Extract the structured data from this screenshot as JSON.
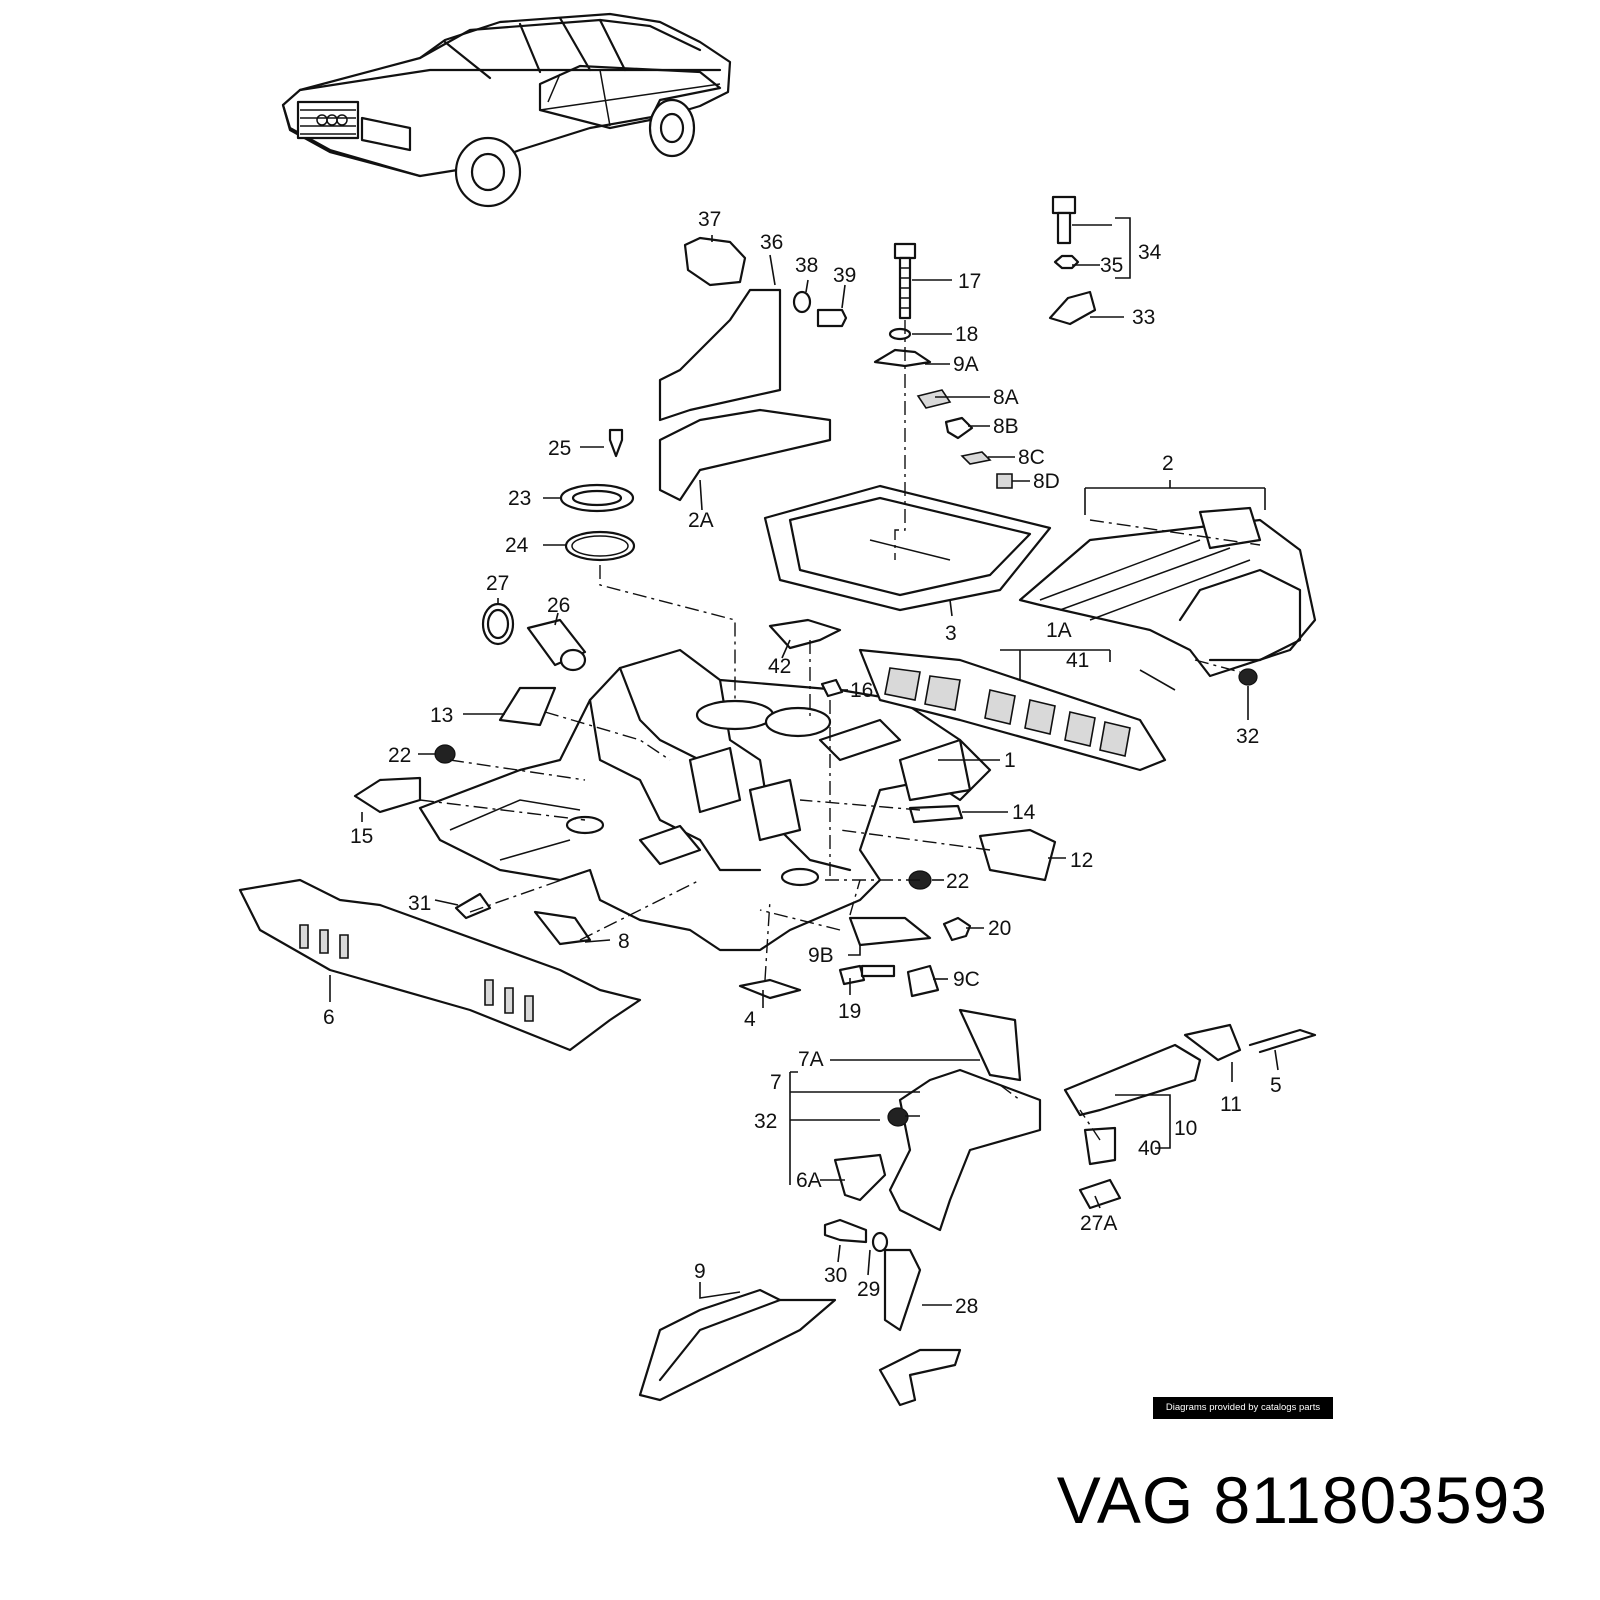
{
  "labels": {
    "l1": "1",
    "l1A": "1A",
    "l2": "2",
    "l2A": "2A",
    "l3": "3",
    "l4": "4",
    "l5": "5",
    "l6": "6",
    "l6A": "6A",
    "l7": "7",
    "l7A": "7A",
    "l8": "8",
    "l8A": "8A",
    "l8B": "8B",
    "l8C": "8C",
    "l8D": "8D",
    "l9": "9",
    "l9A": "9A",
    "l9B": "9B",
    "l9C": "9C",
    "l10": "10",
    "l11": "11",
    "l12": "12",
    "l13": "13",
    "l14": "14",
    "l15": "15",
    "l16": "16",
    "l17": "17",
    "l18": "18",
    "l19": "19",
    "l20": "20",
    "l22a": "22",
    "l22b": "22",
    "l23": "23",
    "l24": "24",
    "l25": "25",
    "l26": "26",
    "l27": "27",
    "l27A": "27A",
    "l28": "28",
    "l29": "29",
    "l30": "30",
    "l31": "31",
    "l32a": "32",
    "l32b": "32",
    "l33": "33",
    "l34": "34",
    "l35": "35",
    "l36": "36",
    "l37": "37",
    "l38": "38",
    "l39": "39",
    "l40": "40",
    "l41": "41",
    "l42": "42"
  },
  "credit": "Diagrams provided by catalogs parts",
  "title": "VAG 811803593"
}
